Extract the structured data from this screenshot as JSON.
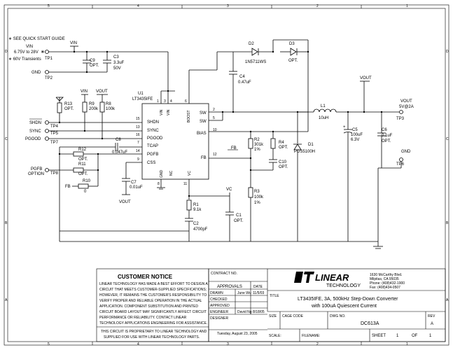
{
  "notes": {
    "n1": "SEE QUICK START GUIDE",
    "n2": "60V Transients"
  },
  "vin": {
    "label": "VIN",
    "range": "6.75V to 28V"
  },
  "tp": {
    "tp1": "TP1",
    "tp2": "TP2",
    "tp3": "TP3",
    "tp4": "TP4",
    "tp5": "TP5",
    "tp6": "TP6",
    "tp7": "TP7",
    "tp8": "TP8"
  },
  "net": {
    "vin": "VIN",
    "vout": "VOUT",
    "gnd": "GND",
    "fb": "FB",
    "vc": "VC",
    "shdn": "SHDN",
    "sync": "SYNC",
    "pgood": "PGOOD",
    "pgfb": "PGFB",
    "option": "OPTION"
  },
  "ic": {
    "ref": "U1",
    "part": "LT3435IFE",
    "pins": {
      "vin_a": "VIN",
      "vin_b": "VIN",
      "boost": "BOOST",
      "sw1": "SW",
      "sw2": "SW",
      "shdn": "SHDN",
      "sync": "SYNC",
      "pgood": "PGOOD",
      "tcap": "TCAP",
      "pgfb": "PGFB",
      "css": "CSS",
      "bias": "BIAS",
      "fb": "FB",
      "gnd": "GND",
      "nc": "NC",
      "vc": "VC"
    },
    "nums": {
      "n1": "1",
      "n2": "3",
      "n3": "4",
      "n4": "6",
      "n5": "2",
      "n6": "5",
      "n7": "15",
      "n8": "13",
      "n9": "16",
      "n10": "7",
      "n11": "14",
      "n12": "9",
      "n13": "10",
      "n14": "12",
      "n15": "8",
      "n16": "11"
    }
  },
  "parts": {
    "c9": {
      "ref": "C9",
      "val": "OPT."
    },
    "c3": {
      "ref": "C3",
      "val": "3.3uF",
      "v2": "50V"
    },
    "r13": {
      "ref": "R13",
      "val": "OPT."
    },
    "r9": {
      "ref": "R9",
      "val": "200k"
    },
    "r8": {
      "ref": "R8",
      "val": "100k"
    },
    "c8": {
      "ref": "C8",
      "val": "0.047uF"
    },
    "r12": {
      "ref": "R12",
      "val": "OPT."
    },
    "r11": {
      "ref": "R11",
      "val": "OPT."
    },
    "r10": {
      "ref": "R10",
      "val": "0"
    },
    "c7": {
      "ref": "C7",
      "val": "0.01uF"
    },
    "d2": {
      "ref": "D2",
      "val": "1N5711WS"
    },
    "d3": {
      "ref": "D3",
      "val": "OPT."
    },
    "c4": {
      "ref": "C4",
      "val": "0.47uF"
    },
    "l1": {
      "ref": "L1",
      "val": "10uH"
    },
    "r2": {
      "ref": "R2",
      "val": "301k",
      "tol": "1%"
    },
    "r4": {
      "ref": "R4",
      "val": "OPT."
    },
    "c10": {
      "ref": "C10",
      "val": "OPT."
    },
    "d1": {
      "ref": "D1",
      "val": "PDS5100H"
    },
    "c5": {
      "ref": "C5",
      "val": "100uF",
      "v2": "6.3V"
    },
    "c6": {
      "ref": "C6",
      "val": "0.1uF",
      "v2": "OPT."
    },
    "r3": {
      "ref": "R3",
      "val": "100k",
      "tol": "1%"
    },
    "r1": {
      "ref": "R1",
      "val": "9.1k"
    },
    "c2": {
      "ref": "C2",
      "val": "4700pF"
    },
    "c1": {
      "ref": "C1",
      "val": "OPT."
    }
  },
  "vout_spec": "5V@2A",
  "grid": {
    "top": [
      "5",
      "4",
      "3",
      "2",
      "1"
    ],
    "side": [
      "D",
      "C",
      "B",
      "A"
    ]
  },
  "notice": {
    "title": "CUSTOMER NOTICE",
    "lines": [
      "LINEAR TECHNOLOGY HAS MADE A BEST EFFORT TO DESIGN A",
      "CIRCUIT THAT MEETS CUSTOMER-SUPPLIED SPECIFICATIONS;",
      "HOWEVER, IT REMAINS THE CUSTOMER'S RESPONSIBILITY TO",
      "VERIFY PROPER AND RELIABLE OPERATION IN THE ACTUAL",
      "APPLICATION.  COMPONENT SUBSTITUTION AND PRINTED",
      "CIRCUIT BOARD LAYOUT MAY SIGNIFICANTLY AFFECT CIRCUIT",
      "PERFORMANCE OR RELIABILITY.  CONTACT LINEAR",
      "TECHNOLOGY APPLICATIONS ENGINEERING FOR ASSISTANCE."
    ],
    "prop1": "THIS CIRCUIT IS PROPRIETARY TO LINEAR TECHNOLOGY AND",
    "prop2": "SUPPLIED FOR USE WITH LINEAR TECHNOLOGY PARTS."
  },
  "tb": {
    "contract": "CONTRACT NO.",
    "approvals": "APPROVALS",
    "date": "DATE",
    "drawn": "DRAWN",
    "drawn_by": "June Wu",
    "drawn_date": "11/5/03",
    "checked": "CHECKED",
    "approved": "APPROVED",
    "engineer": "ENGINEER",
    "eng_by": "David Ng",
    "eng_date": "8/18/05",
    "designer": "DESIGNER",
    "print_date": "Tuesday, August 23, 2005",
    "brand": "LINEAR",
    "brand2": "TECHNOLOGY",
    "addr": [
      "1630 McCarthy Blvd.",
      "Milpitas, CA 95035",
      "Phone: (408)432-1900",
      "Fax: (408)434-0507"
    ],
    "title_lbl": "TITLE",
    "title1": "LT3435IFE, 3A, 500kHz Step-Down Converter",
    "title2": "with 100uA Quiescent Current",
    "size": "SIZE",
    "cage": "CAGE CODE",
    "dwg": "DWG NO.",
    "dwg_no": "DC613A",
    "rev": "REV",
    "rev_val": "A",
    "scale": "SCALE:",
    "filename": "FILENAME:",
    "sheet": "SHEET",
    "sheet_no": "1",
    "of": "OF",
    "sheets": "1"
  }
}
